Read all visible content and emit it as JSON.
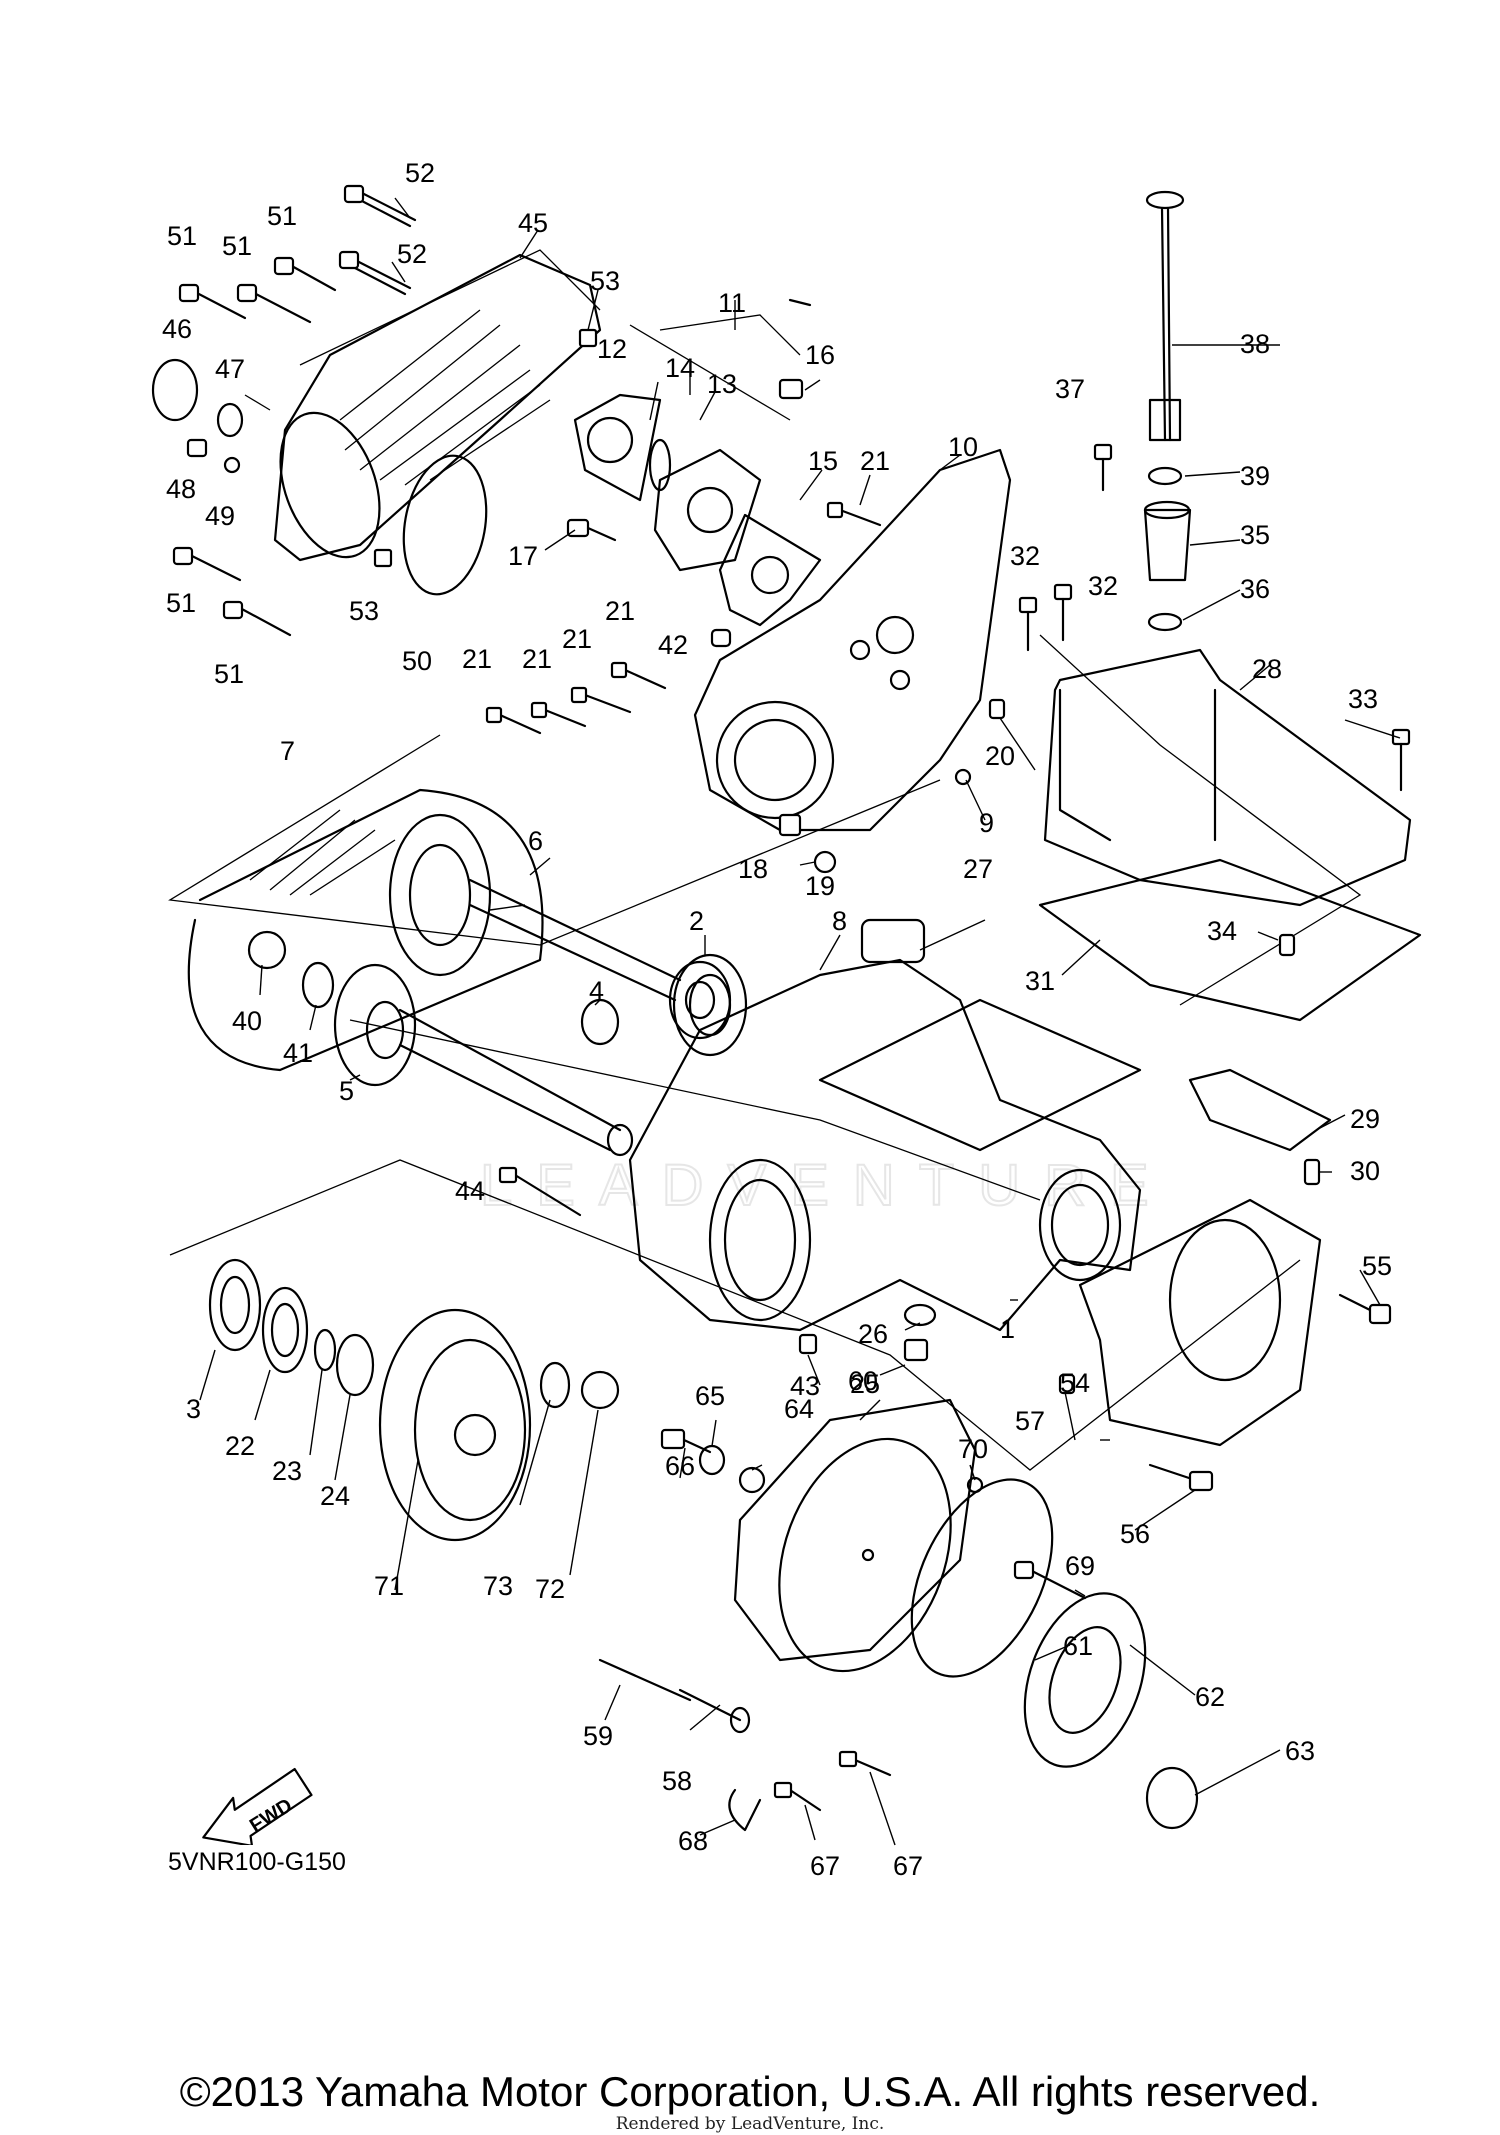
{
  "diagram": {
    "code": "5VNR100-G150",
    "direction_label": "FWD",
    "copyright": "©2013 Yamaha Motor Corporation, U.S.A. All rights reserved.",
    "rendered_by": "Rendered by LeadVenture, Inc.",
    "watermark": "LEADVENTURE"
  },
  "callouts": [
    {
      "n": "1"
    },
    {
      "n": "2"
    },
    {
      "n": "3"
    },
    {
      "n": "4"
    },
    {
      "n": "5"
    },
    {
      "n": "6"
    },
    {
      "n": "7"
    },
    {
      "n": "8"
    },
    {
      "n": "9"
    },
    {
      "n": "10"
    },
    {
      "n": "11"
    },
    {
      "n": "12"
    },
    {
      "n": "13"
    },
    {
      "n": "14"
    },
    {
      "n": "15"
    },
    {
      "n": "16"
    },
    {
      "n": "17"
    },
    {
      "n": "18"
    },
    {
      "n": "19"
    },
    {
      "n": "20"
    },
    {
      "n": "21"
    },
    {
      "n": "21"
    },
    {
      "n": "21"
    },
    {
      "n": "21"
    },
    {
      "n": "21"
    },
    {
      "n": "22"
    },
    {
      "n": "23"
    },
    {
      "n": "24"
    },
    {
      "n": "25"
    },
    {
      "n": "26"
    },
    {
      "n": "27"
    },
    {
      "n": "28"
    },
    {
      "n": "29"
    },
    {
      "n": "30"
    },
    {
      "n": "31"
    },
    {
      "n": "32"
    },
    {
      "n": "32"
    },
    {
      "n": "33"
    },
    {
      "n": "34"
    },
    {
      "n": "35"
    },
    {
      "n": "36"
    },
    {
      "n": "37"
    },
    {
      "n": "38"
    },
    {
      "n": "39"
    },
    {
      "n": "40"
    },
    {
      "n": "41"
    },
    {
      "n": "42"
    },
    {
      "n": "43"
    },
    {
      "n": "44"
    },
    {
      "n": "45"
    },
    {
      "n": "46"
    },
    {
      "n": "47"
    },
    {
      "n": "48"
    },
    {
      "n": "49"
    },
    {
      "n": "50"
    },
    {
      "n": "51"
    },
    {
      "n": "51"
    },
    {
      "n": "51"
    },
    {
      "n": "51"
    },
    {
      "n": "51"
    },
    {
      "n": "52"
    },
    {
      "n": "52"
    },
    {
      "n": "53"
    },
    {
      "n": "53"
    },
    {
      "n": "54"
    },
    {
      "n": "55"
    },
    {
      "n": "56"
    },
    {
      "n": "57"
    },
    {
      "n": "58"
    },
    {
      "n": "59"
    },
    {
      "n": "60"
    },
    {
      "n": "61"
    },
    {
      "n": "62"
    },
    {
      "n": "63"
    },
    {
      "n": "64"
    },
    {
      "n": "65"
    },
    {
      "n": "66"
    },
    {
      "n": "67"
    },
    {
      "n": "67"
    },
    {
      "n": "68"
    },
    {
      "n": "69"
    },
    {
      "n": "70"
    },
    {
      "n": "71"
    },
    {
      "n": "72"
    },
    {
      "n": "73"
    }
  ]
}
